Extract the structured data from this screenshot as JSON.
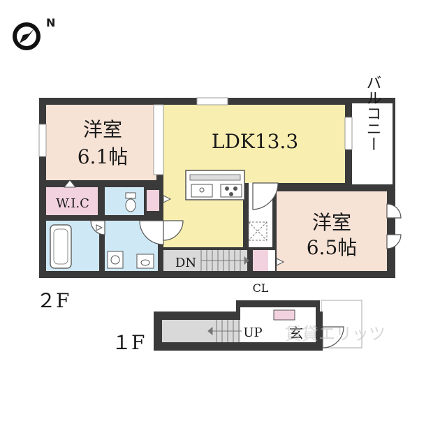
{
  "compass": {
    "north_label": "N",
    "icon": "compass-north-icon"
  },
  "floors": {
    "second": "２F",
    "first": "１F"
  },
  "rooms": {
    "western_room_a": {
      "name": "洋室",
      "size": "6.1帖"
    },
    "ldk": {
      "name": "LDK13.3"
    },
    "western_room_b": {
      "name": "洋室",
      "size": "6.5帖"
    },
    "balcony": {
      "name": "バルコニー"
    },
    "wic": {
      "name": "W.I.C"
    },
    "closet": {
      "name": "CL"
    },
    "stairs_down": {
      "name": "DN"
    },
    "stairs_up": {
      "name": "UP"
    },
    "entrance": {
      "name": "玄"
    }
  },
  "watermark": {
    "text": "賃貸エリッツ"
  },
  "colors": {
    "wall": "#3a3a3a",
    "western_room": "#f7e3d6",
    "ldk": "#f8eeb0",
    "wet_area": "#cfe8f5",
    "storage": "#f2d2de",
    "stairs": "#d9d9d9",
    "hall": "#ffffff"
  }
}
